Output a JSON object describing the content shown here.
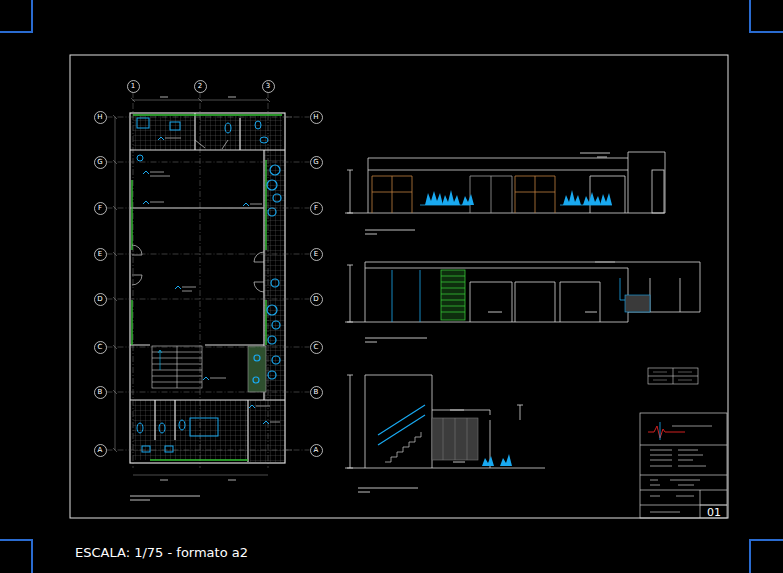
{
  "diagram": {
    "nodes": [
      {
        "text": [
          "1"
        ]
      },
      {
        "text": [
          "2"
        ]
      },
      {
        "text": [
          "3"
        ]
      },
      {
        "text": [
          "H"
        ]
      },
      {
        "text": [
          "G"
        ]
      },
      {
        "text": [
          "F"
        ]
      },
      {
        "text": [
          "E"
        ]
      },
      {
        "text": [
          "D"
        ]
      },
      {
        "text": [
          "C"
        ]
      },
      {
        "text": [
          "B"
        ]
      },
      {
        "text": [
          "A"
        ]
      },
      {
        "text": [
          "H"
        ]
      },
      {
        "text": [
          "G"
        ]
      },
      {
        "text": [
          "F"
        ]
      },
      {
        "text": [
          "E"
        ]
      },
      {
        "text": [
          "D"
        ]
      },
      {
        "text": [
          "C"
        ]
      },
      {
        "text": [
          "B"
        ]
      },
      {
        "text": [
          "A"
        ]
      }
    ],
    "edges": [
      {
        "from": 3,
        "to": 11,
        "arrow": "none"
      },
      {
        "from": 4,
        "to": 12,
        "arrow": "none"
      },
      {
        "from": 5,
        "to": 13,
        "arrow": "none"
      },
      {
        "from": 6,
        "to": 14,
        "arrow": "none"
      },
      {
        "from": 7,
        "to": 15,
        "arrow": "none"
      },
      {
        "from": 8,
        "to": 16,
        "arrow": "none"
      },
      {
        "from": 9,
        "to": 17,
        "arrow": "none"
      },
      {
        "from": 10,
        "to": 18,
        "arrow": "none"
      }
    ],
    "labels": [
      "ESCALA: 1/75  - formato a2",
      "01"
    ]
  }
}
